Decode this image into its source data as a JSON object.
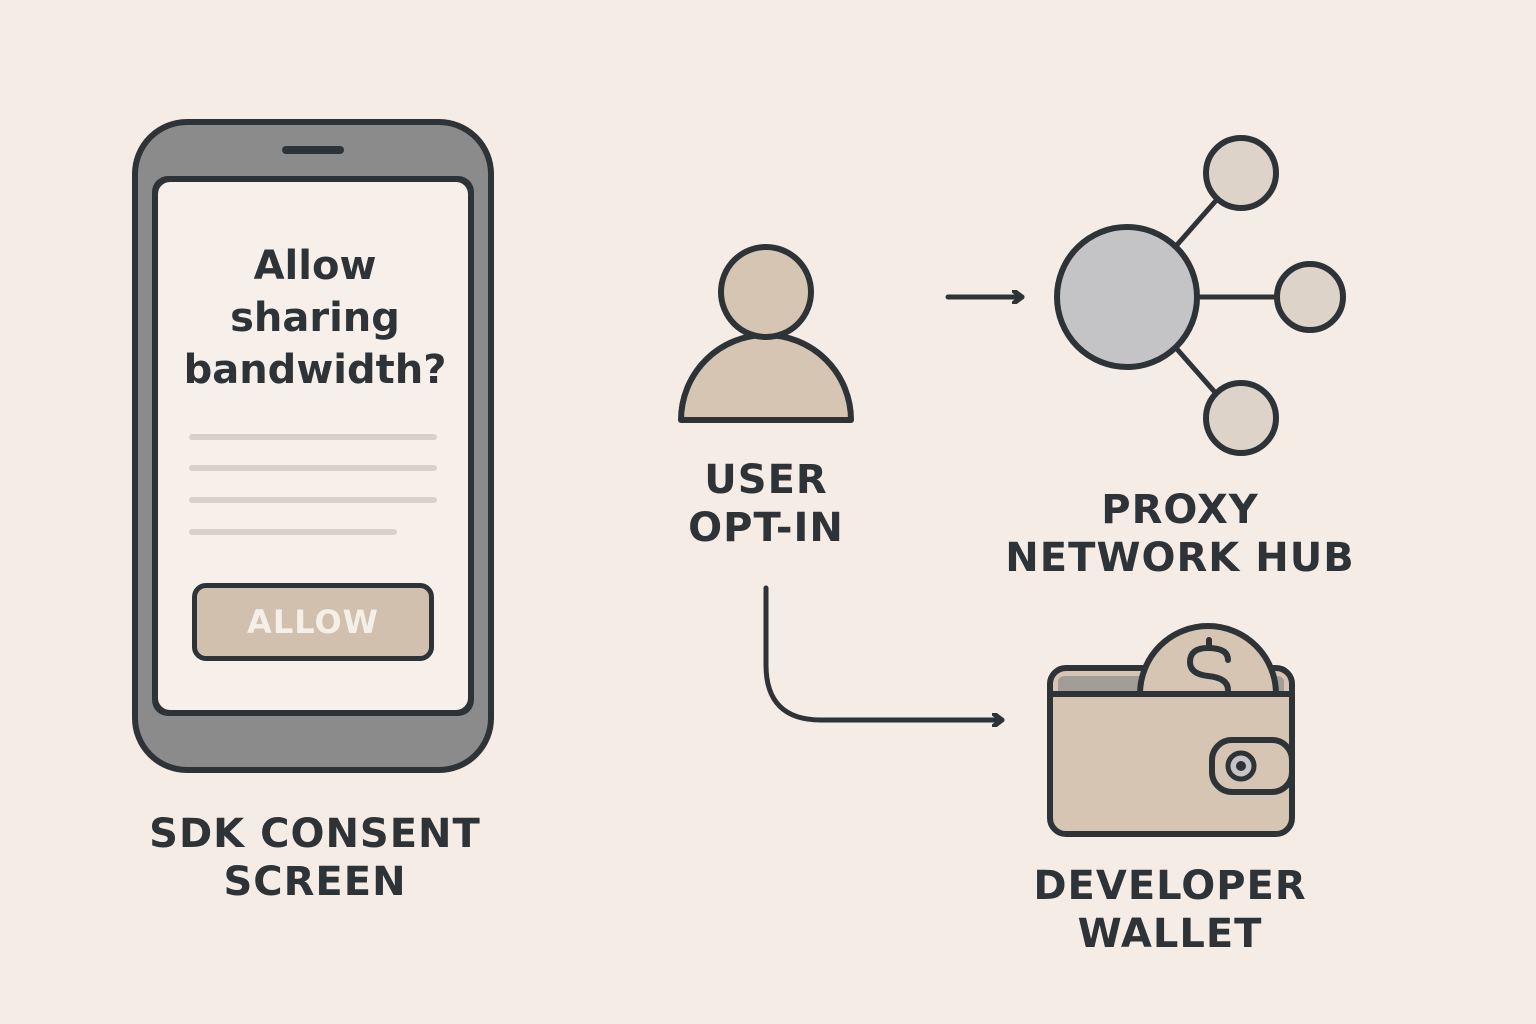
{
  "colors": {
    "background": "#f4ece5",
    "outline": "#2e3338",
    "phone_body": "#8c8b8c",
    "screen": "#f7f0ea",
    "beige_fill": "#d6c5b2",
    "hub_fill": "#c4c4c6",
    "node_fill": "#ded3c9",
    "placeholder_lines": "#d9d1c9",
    "button_text": "#f6efe8"
  },
  "phone": {
    "question_lines": [
      "Allow",
      "sharing",
      "bandwidth?"
    ],
    "button_label": "ALLOW",
    "caption_lines": [
      "SDK CONSENT",
      "SCREEN"
    ]
  },
  "user": {
    "icon": "user-icon",
    "caption_lines": [
      "USER",
      "OPT-IN"
    ]
  },
  "hub": {
    "icon": "network-hub-icon",
    "caption_lines": [
      "PROXY",
      "NETWORK HUB"
    ]
  },
  "wallet": {
    "icon": "wallet-icon",
    "coin_icon": "dollar-coin-icon",
    "caption_lines": [
      "DEVELOPER",
      "WALLET"
    ]
  }
}
